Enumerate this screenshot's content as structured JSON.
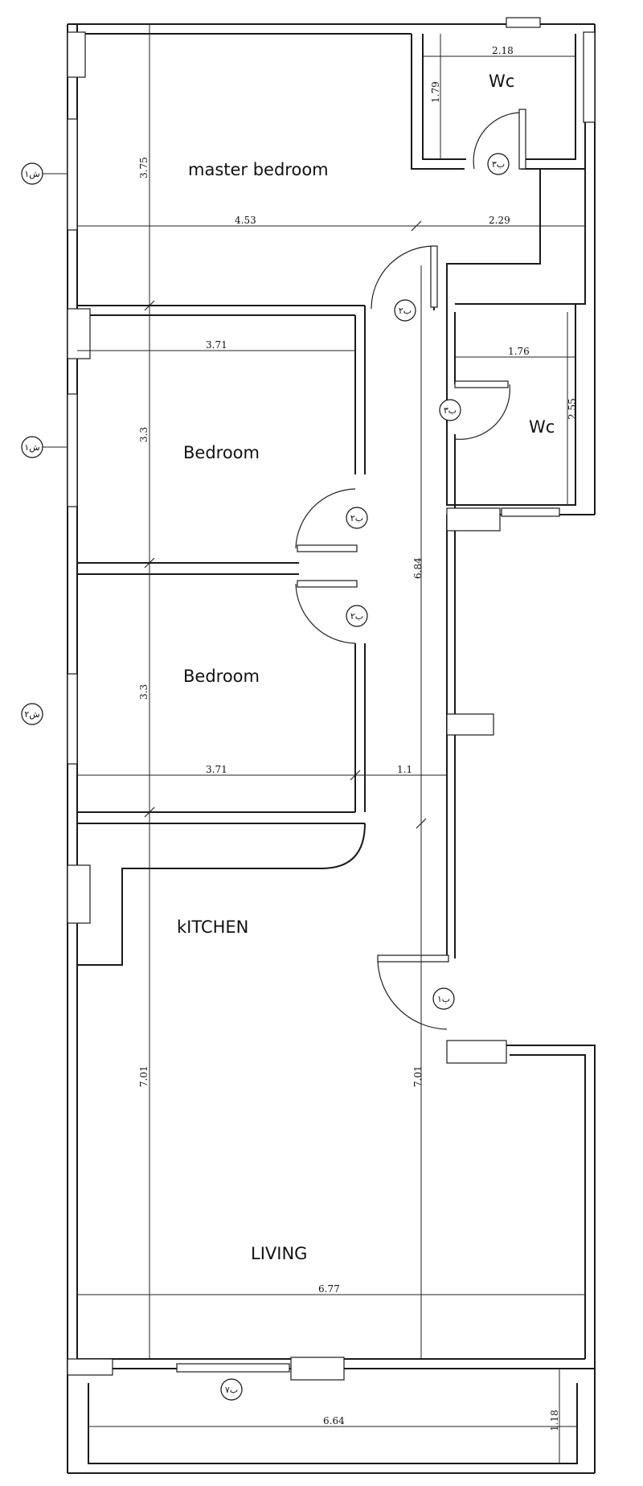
{
  "rooms": {
    "master_bedroom": "master bedroom",
    "wc_top": "Wc",
    "wc_mid": "Wc",
    "bedroom_1": "Bedroom",
    "bedroom_2": "Bedroom",
    "kitchen": "kITCHEN",
    "living": "LIVING"
  },
  "dimensions": {
    "wc_top_width": "2.18",
    "wc_top_height": "1.79",
    "master_height": "3.75",
    "master_width": "4.53",
    "master_side": "2.29",
    "bed1_width": "3.71",
    "wc_mid_width": "1.76",
    "wc_mid_height": "2.55",
    "bed1_height": "3.3",
    "corridor_length": "6.84",
    "bed2_height": "3.3",
    "bed2_width": "3.71",
    "corridor_width": "1.1",
    "living_left_height": "7.01",
    "living_right_height": "7.01",
    "living_width": "6.77",
    "balcony_width": "6.64",
    "balcony_depth": "1.18"
  },
  "tags": {
    "window_1": "ش١",
    "window_2": "ش١",
    "window_3": "ش٢",
    "door_wc_top": "ب٣",
    "door_master": "ب٢",
    "door_wc_mid": "ب٣",
    "door_bed1": "ب٢",
    "door_bed2": "ب٢",
    "door_entry": "ب١",
    "door_balcony": "ب٧"
  }
}
